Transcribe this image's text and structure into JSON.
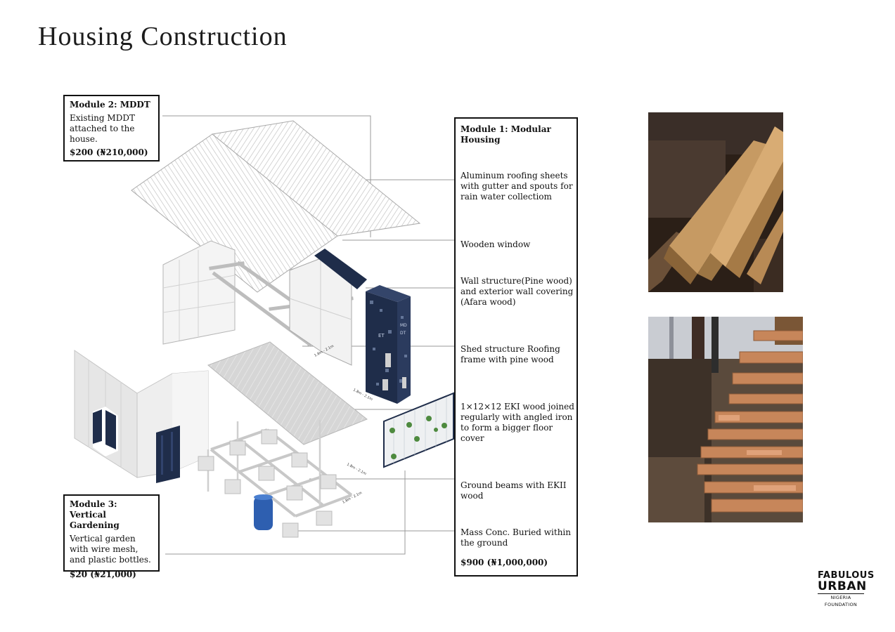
{
  "title": "Housing Construction",
  "module2": {
    "heading": "Module 2: MDDT",
    "text": "Existing MDDT attached to the house.",
    "price": "$200  (₦210,000)"
  },
  "module3": {
    "heading": "Module 3: Vertical Gardening",
    "text": "Vertical garden with wire mesh, and plastic bottles.",
    "price": "$20 (₦21,000)"
  },
  "module1": {
    "heading": "Module 1: Modular Housing",
    "items": [
      "Aluminum roofing sheets with gutter and spouts for rain water collectiom",
      "Wooden window",
      "Wall structure(Pine wood) and exterior wall covering (Afara wood)",
      "Shed structure Roofing frame with pine wood",
      "1×12×12 EKI wood joined regularly with angled iron to form a bigger floor cover",
      "Ground beams with EKII wood",
      "Mass Conc. Buried within the ground"
    ],
    "price": "$900  (₦1,000,000)"
  },
  "dimensions": [
    "1.8m - 2.1m",
    "1.8m - 2.1m",
    "1.8m - 2.1m",
    "1.8m - 2.1m"
  ],
  "toilet_labels": [
    "ET",
    "MD",
    "DT"
  ],
  "logo": {
    "line1": "FABULOUS",
    "line2": "URBAN",
    "line3": "NIGERIA FOUNDATION"
  },
  "colors": {
    "navy": "#1f2d4a",
    "blue_barrel": "#2e5fb0",
    "timber": "#c69a63",
    "leader": "#9a9a9a"
  }
}
